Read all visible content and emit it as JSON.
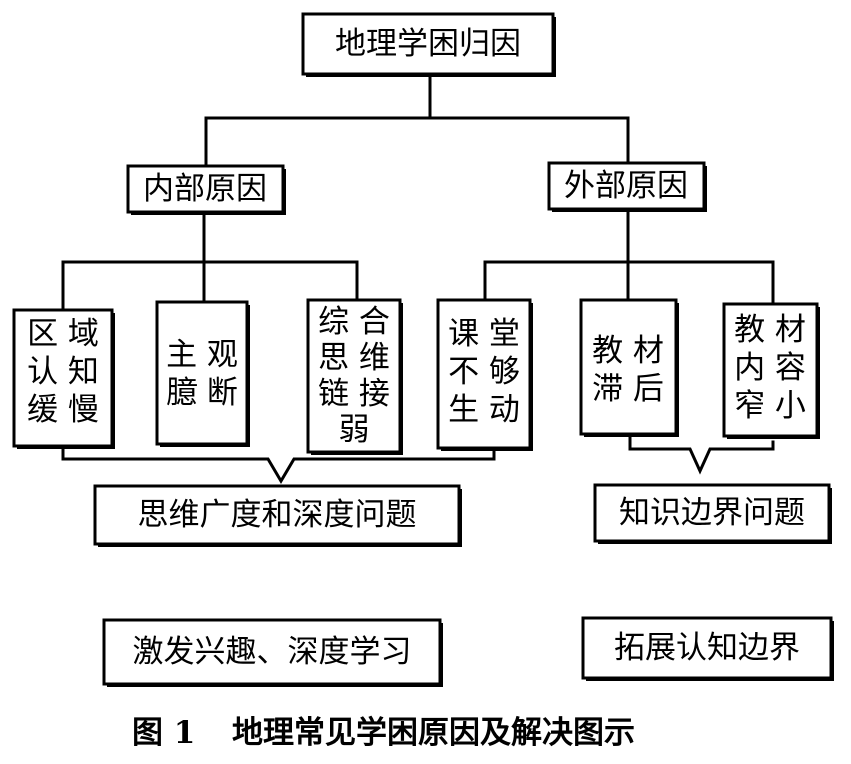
{
  "nodes": {
    "root": "地理学困归因",
    "internal": "内部原因",
    "external": "外部原因",
    "regional_cognition_lines": [
      "区 域",
      "认 知",
      "缓 慢"
    ],
    "subjective_judgment_lines": [
      "主 观",
      "臆 断"
    ],
    "comprehensive_thinking_lines": [
      "综 合",
      "思 维",
      "链 接",
      "弱"
    ],
    "classroom_lines": [
      "课 堂",
      "不 够",
      "生 动"
    ],
    "textbook_lag_lines": [
      "教 材",
      "滞 后"
    ],
    "textbook_content_lines": [
      "教 材",
      "内 容",
      "窄 小"
    ],
    "thinking_problem": "思维广度和深度问题",
    "knowledge_boundary_problem": "知识边界问题",
    "interest_learning": "激发兴趣、深度学习",
    "expand_boundary": "拓展认知边界"
  },
  "caption": {
    "label": "图 1",
    "title": "地理常见学困原因及解决图示"
  }
}
